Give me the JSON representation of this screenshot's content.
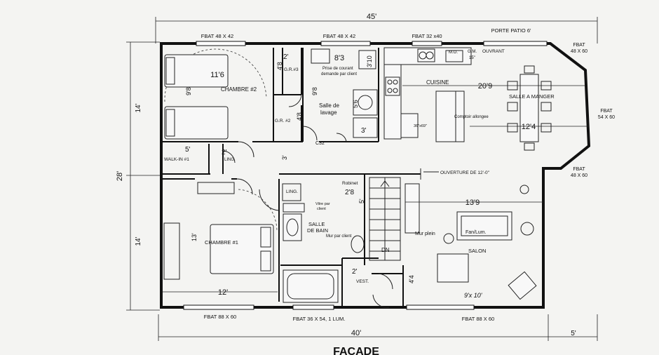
{
  "dimensions": {
    "top_total": "45'",
    "left_total": "28'",
    "left_upper": "14'",
    "left_lower": "14'",
    "bottom_main": "40'",
    "bottom_right": "5'"
  },
  "windows": {
    "top_1": "FBAT 48 X 42",
    "top_2": "FBAT 48 X 42",
    "top_3": "FBAT 32 x40",
    "patio": "PORTE PATIO 6'",
    "bay_top": "FBAT",
    "bay_top_size": "48 X 60",
    "bay_mid": "FBAT",
    "bay_mid_size": "54 X 60",
    "bay_bot": "FBAT",
    "bay_bot_size": "48 X 60",
    "bottom_1": "FBAT 88 X 60",
    "bottom_2": "FBAT 36 X 54, 1 LUM.",
    "bottom_3": "FBAT 88 X 60"
  },
  "rooms": {
    "chambre2": "CHAMBRE #2",
    "chambre2_w": "11'6",
    "chambre2_h": "9'8",
    "gr3": "G.R.#3",
    "gr3_dim": "2'",
    "gr3_h": "4'8",
    "gr2": "G.R. #2",
    "gr2_h": "4'8",
    "lavage_1": "Salle de",
    "lavage_2": "lavage",
    "lavage_w": "8'3",
    "lavage_h": "9'8",
    "prise_1": "Prise de courant",
    "prise_2": "demande par client",
    "lav_310": "3'10",
    "lav_56": "5'6",
    "lav_3": "3'",
    "c32": "C32",
    "cuisine": "CUISINE",
    "cuisine_w": "20'9",
    "mo": "M.O.",
    "gm": "G.M.",
    "gm15": "15\"",
    "ouvrant": "OUVRANT",
    "fridge": "36\"x69\"",
    "comptoir": "Comptoir allongee",
    "salle_manger": "SALLE A MANGER",
    "sam_dim": "12'4",
    "walkin": "WALK-IN #1",
    "walkin_w": "5'",
    "ling1": "LING.",
    "ling1_w": "2'",
    "hall_3": "3'",
    "ouverture": "OUVERTURE DE 12'-0\"",
    "ling2": "LING.",
    "robinet": "Robinet",
    "rob_dim": "2'8",
    "vitre_1": "Vitre par",
    "vitre_2": "client",
    "bain_1": "SALLE",
    "bain_2": "DE BAIN",
    "mur_client": "Mur par client",
    "bain_5": "5'",
    "chambre1": "CHAMBRE #1",
    "chambre1_h": "13'",
    "chambre1_w": "12'",
    "dn": "DN",
    "vest": "VEST.",
    "vest_w": "2'",
    "vest_h": "4'4",
    "mur_plein": "Mur plein",
    "fan": "Fan/Lum.",
    "salon": "SALON",
    "salon_w": "13'9",
    "hand_note": "9'x 10'"
  },
  "footer": {
    "facade": "FACADE"
  }
}
